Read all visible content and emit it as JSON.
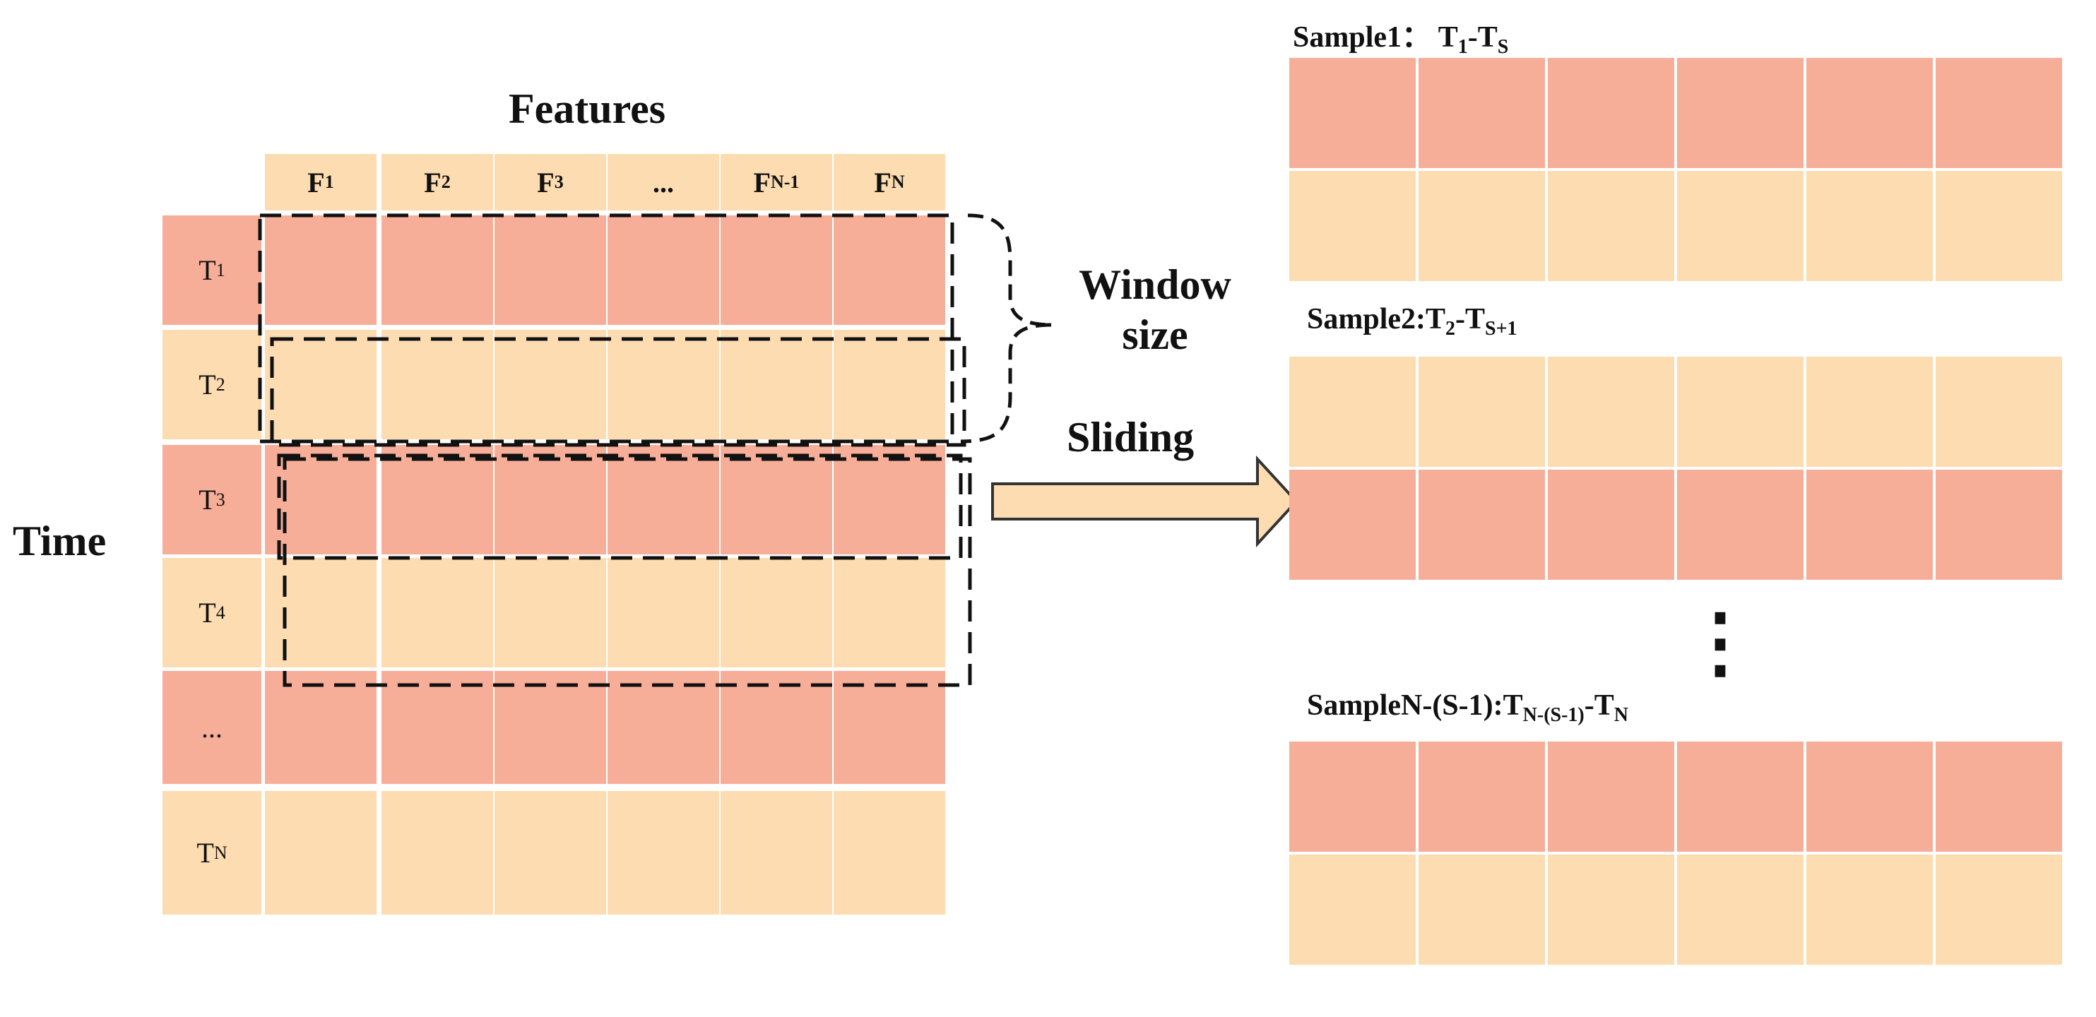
{
  "colors": {
    "salmon": "#f7ae98",
    "peach": "#fcdcb0",
    "arrow_fill": "#fcdcb0",
    "arrow_stroke": "#333333"
  },
  "labels": {
    "features": "Features",
    "time": "Time",
    "window_line1": "Window",
    "window_line2": "size",
    "sliding": "Sliding",
    "dots": "⋮"
  },
  "feature_headers": [
    {
      "main": "F",
      "sub": "1"
    },
    {
      "main": "F",
      "sub": "2"
    },
    {
      "main": "F",
      "sub": "3"
    },
    {
      "main": "...",
      "sub": ""
    },
    {
      "main": "F",
      "sub": "N-1"
    },
    {
      "main": "F",
      "sub": "N"
    }
  ],
  "time_rows": [
    {
      "main": "T",
      "sub": "1",
      "shade": "salmon"
    },
    {
      "main": "T",
      "sub": "2",
      "shade": "peach"
    },
    {
      "main": "T",
      "sub": "3",
      "shade": "salmon"
    },
    {
      "main": "T",
      "sub": "4",
      "shade": "peach"
    },
    {
      "main": "...",
      "sub": "",
      "shade": "salmon"
    },
    {
      "main": "T",
      "sub": "N",
      "shade": "peach"
    }
  ],
  "samples": [
    {
      "title_parts": [
        {
          "t": "Sample1：  T",
          "s": "1"
        },
        {
          "t": "-T",
          "s": "S"
        }
      ],
      "rows": [
        "salmon",
        "peach"
      ]
    },
    {
      "title_parts": [
        {
          "t": "Sample2:T",
          "s": "2"
        },
        {
          "t": "-T",
          "s": "S+1"
        }
      ],
      "rows": [
        "peach",
        "salmon"
      ]
    },
    {
      "title_parts": [
        {
          "t": "SampleN-(S-1):T",
          "s": "N-(S-1)"
        },
        {
          "t": "-T",
          "s": "N"
        }
      ],
      "rows": [
        "salmon",
        "peach"
      ]
    }
  ]
}
